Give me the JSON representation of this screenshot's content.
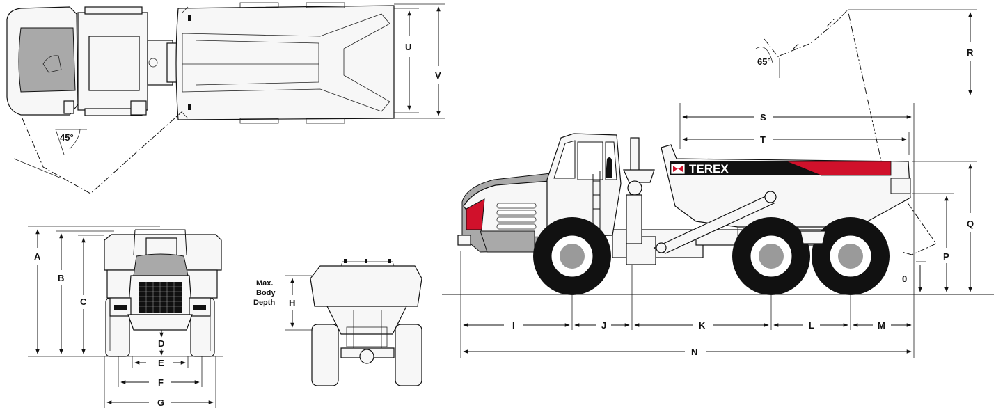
{
  "labels": {
    "a": "A",
    "b": "B",
    "c": "C",
    "d": "D",
    "e": "E",
    "f": "F",
    "g": "G",
    "h": "H",
    "i": "I",
    "j": "J",
    "k": "K",
    "l": "L",
    "m": "M",
    "n": "N",
    "o": "0",
    "p": "P",
    "q": "Q",
    "r": "R",
    "s": "S",
    "t": "T",
    "u": "U",
    "v": "V"
  },
  "angles": {
    "steer": "45°",
    "tip": "65°"
  },
  "body_depth": {
    "line1": "Max.",
    "line2": "Body",
    "line3": "Depth"
  },
  "brand": {
    "name": "TEREX",
    "accent_color": "#d0112b",
    "body_color": "#1a1a1a"
  }
}
